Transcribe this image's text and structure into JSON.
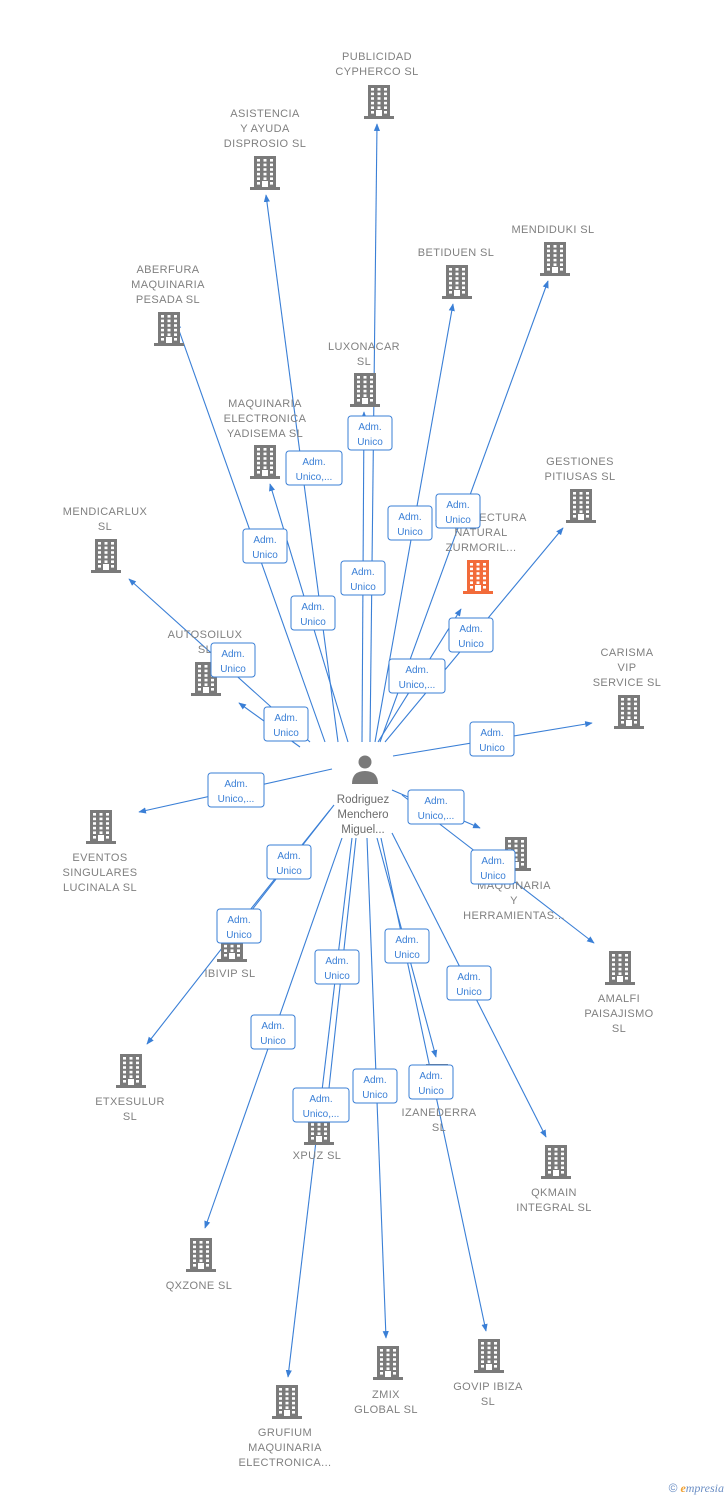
{
  "center": {
    "name_lines": [
      "Rodriguez",
      "Menchero",
      "Miguel..."
    ],
    "icon": "person-icon"
  },
  "companies": [
    {
      "id": "publicidad",
      "lines": [
        "PUBLICIDAD",
        "CYPHERCO  SL"
      ],
      "highlight": false
    },
    {
      "id": "asistencia",
      "lines": [
        "ASISTENCIA",
        "Y AYUDA",
        "DISPROSIO  SL"
      ],
      "highlight": false
    },
    {
      "id": "mendiduki",
      "lines": [
        "MENDIDUKI  SL"
      ],
      "highlight": false
    },
    {
      "id": "betiduen",
      "lines": [
        "BETIDUEN  SL"
      ],
      "highlight": false
    },
    {
      "id": "aberfura",
      "lines": [
        "ABERFURA",
        "MAQUINARIA",
        "PESADA  SL"
      ],
      "highlight": false
    },
    {
      "id": "luxonacar",
      "lines": [
        "LUXONACAR",
        "SL"
      ],
      "highlight": false
    },
    {
      "id": "maqelec",
      "lines": [
        "MAQUINARIA",
        "ELECTRONICA",
        "YADISEMA  SL"
      ],
      "highlight": false
    },
    {
      "id": "gestiones",
      "lines": [
        "GESTIONES",
        "PITIUSAS  SL"
      ],
      "highlight": false
    },
    {
      "id": "arquitectura",
      "lines": [
        "ARQUITECTURA",
        "NATURAL",
        "ZURMORIL..."
      ],
      "highlight": true
    },
    {
      "id": "mendicarlux",
      "lines": [
        "MENDICARLUX",
        "SL"
      ],
      "highlight": false
    },
    {
      "id": "autosoilux",
      "lines": [
        "AUTOSOILUX",
        "SL"
      ],
      "highlight": false
    },
    {
      "id": "carisma",
      "lines": [
        "CARISMA",
        "VIP",
        "SERVICE  SL"
      ],
      "highlight": false
    },
    {
      "id": "eventos",
      "lines": [
        "EVENTOS",
        "SINGULARES",
        "LUCINALA  SL"
      ],
      "highlight": false
    },
    {
      "id": "maqherr",
      "lines": [
        "MAQUINARIA",
        "Y",
        "HERRAMIENTAS..."
      ],
      "highlight": false
    },
    {
      "id": "ibivip",
      "lines": [
        "IBIVIP  SL"
      ],
      "highlight": false
    },
    {
      "id": "amalfi",
      "lines": [
        "AMALFI",
        "PAISAJISMO",
        "SL"
      ],
      "highlight": false
    },
    {
      "id": "etxesulur",
      "lines": [
        "ETXESULUR",
        "SL"
      ],
      "highlight": false
    },
    {
      "id": "izanederra",
      "lines": [
        "IZANEDERRA",
        "SL"
      ],
      "highlight": false
    },
    {
      "id": "xpuz",
      "lines": [
        "XPUZ  SL"
      ],
      "highlight": false
    },
    {
      "id": "qkmain",
      "lines": [
        "QKMAIN",
        "INTEGRAL  SL"
      ],
      "highlight": false
    },
    {
      "id": "qxzone",
      "lines": [
        "QXZONE  SL"
      ],
      "highlight": false
    },
    {
      "id": "govip",
      "lines": [
        "GOVIP IBIZA",
        "SL"
      ],
      "highlight": false
    },
    {
      "id": "zmix",
      "lines": [
        "ZMIX",
        "GLOBAL  SL"
      ],
      "highlight": false
    },
    {
      "id": "grufium",
      "lines": [
        "GRUFIUM",
        "MAQUINARIA",
        "ELECTRONICA..."
      ],
      "highlight": false
    }
  ],
  "roles": {
    "publicidad": [
      "Adm.",
      "Unico"
    ],
    "asistencia": [
      "Adm.",
      "Unico,..."
    ],
    "mendiduki": [
      "Adm.",
      "Unico"
    ],
    "betiduen": [
      "Adm.",
      "Unico"
    ],
    "aberfura": [
      "Adm.",
      "Unico"
    ],
    "maqelec": [
      "Adm.",
      "Unico"
    ],
    "luxonacar": [
      "Adm.",
      "Unico"
    ],
    "arquitectura": [
      "Adm.",
      "Unico,..."
    ],
    "gestiones": [
      "Adm.",
      "Unico"
    ],
    "mendicarlux": [
      "Adm.",
      "Unico"
    ],
    "autosoilux": [
      "Adm.",
      "Unico"
    ],
    "carisma": [
      "Adm.",
      "Unico"
    ],
    "eventos": [
      "Adm.",
      "Unico,..."
    ],
    "maqherr": [
      "Adm.",
      "Unico,..."
    ],
    "amalfi": [
      "Adm.",
      "Unico"
    ],
    "ibivip": [
      "Adm.",
      "Unico"
    ],
    "etxesulur": [
      "Adm.",
      "Unico"
    ],
    "xpuz": [
      "Adm.",
      "Unico"
    ],
    "qxzone": [
      "Adm.",
      "Unico"
    ],
    "grufium": [
      "Adm.",
      "Unico,..."
    ],
    "zmix": [
      "Adm.",
      "Unico"
    ],
    "izanederra": [
      "Adm.",
      "Unico"
    ],
    "govip": [
      "Adm.",
      "Unico"
    ],
    "qkmain": [
      "Adm.",
      "Unico"
    ]
  },
  "footer": {
    "copyright": "©",
    "brand_first": "e",
    "brand_rest": "mpresia"
  },
  "colors": {
    "edge": "#3a7fd6",
    "building": "#7a7a7a",
    "highlight": "#f26b3a",
    "label": "#808080"
  }
}
